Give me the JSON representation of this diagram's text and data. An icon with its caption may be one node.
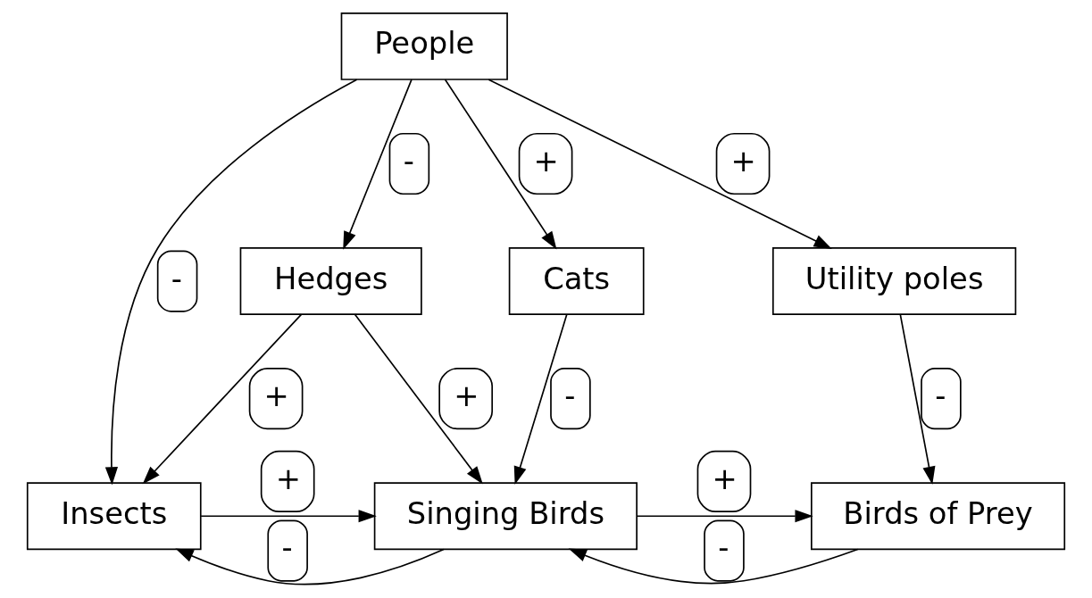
{
  "diagram": {
    "nodes": [
      {
        "text": [
          "People"
        ]
      },
      {
        "text": [
          "Hedges"
        ]
      },
      {
        "text": [
          "Cats"
        ]
      },
      {
        "text": [
          "Utility poles"
        ]
      },
      {
        "text": [
          "Insects"
        ]
      },
      {
        "text": [
          "Singing Birds"
        ]
      },
      {
        "text": [
          "Birds of Prey"
        ]
      }
    ],
    "edges": [
      {
        "from": 0,
        "to": 4,
        "arrow": "to",
        "label": "-"
      },
      {
        "from": 0,
        "to": 1,
        "arrow": "to",
        "label": "-"
      },
      {
        "from": 0,
        "to": 2,
        "arrow": "to",
        "label": "+"
      },
      {
        "from": 0,
        "to": 3,
        "arrow": "to",
        "label": "+"
      },
      {
        "from": 1,
        "to": 4,
        "arrow": "to",
        "label": "+"
      },
      {
        "from": 1,
        "to": 5,
        "arrow": "to",
        "label": "+"
      },
      {
        "from": 4,
        "to": 5,
        "arrow": "to",
        "label": "+"
      },
      {
        "from": 2,
        "to": 5,
        "arrow": "to",
        "label": "-"
      },
      {
        "from": 5,
        "to": 4,
        "arrow": "to",
        "label": "-"
      },
      {
        "from": 5,
        "to": 6,
        "arrow": "to",
        "label": "+"
      },
      {
        "from": 6,
        "to": 5,
        "arrow": "to",
        "label": "-"
      },
      {
        "from": 3,
        "to": 6,
        "arrow": "to",
        "label": "-"
      }
    ]
  }
}
